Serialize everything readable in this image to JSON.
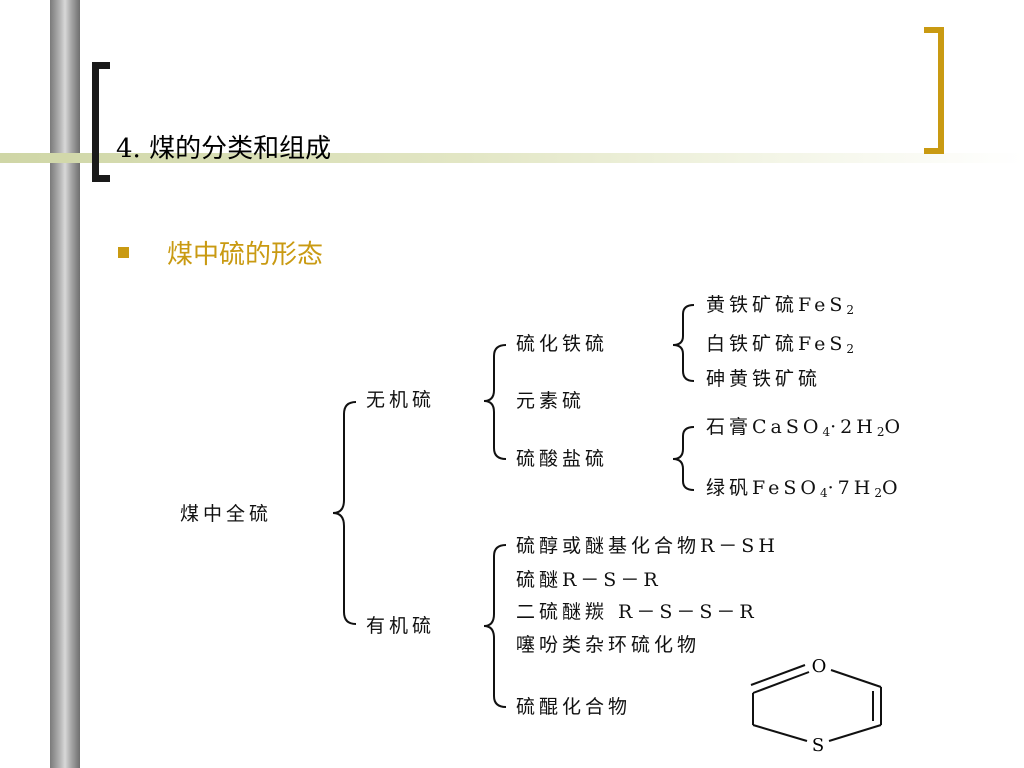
{
  "slide": {
    "title": "4. 煤的分类和组成",
    "subtitle": "煤中硫的形态",
    "accent_color": "#c99a12"
  },
  "tree": {
    "root": "煤中全硫",
    "inorganic": {
      "label": "无机硫",
      "iron_sulfide": {
        "label": "硫化铁硫",
        "items": [
          {
            "name": "黄铁矿硫",
            "formula": "FeS",
            "sub": "2"
          },
          {
            "name": "白铁矿硫",
            "formula": "FeS",
            "sub": "2"
          },
          {
            "name": "砷黄铁矿硫"
          }
        ]
      },
      "elemental": {
        "label": "元素硫"
      },
      "sulfate": {
        "label": "硫酸盐硫",
        "items": [
          {
            "name": "石膏",
            "f1": "CaSO",
            "s1": "4",
            "f2": "·2H",
            "s2": "2",
            "f3": "O"
          },
          {
            "name": "绿矾",
            "f1": "FeSO",
            "s1": "4",
            "f2": "·7H",
            "s2": "2",
            "f3": "O"
          }
        ]
      }
    },
    "organic": {
      "label": "有机硫",
      "items": [
        "硫醇或醚基化合物R－SH",
        "硫醚R－S－R",
        "二硫醚羰 R－S－S－R",
        "噻吩类杂环硫化物",
        "硫醌化合物"
      ]
    },
    "ring": {
      "atom_top": "O",
      "atom_bottom": "S"
    }
  }
}
